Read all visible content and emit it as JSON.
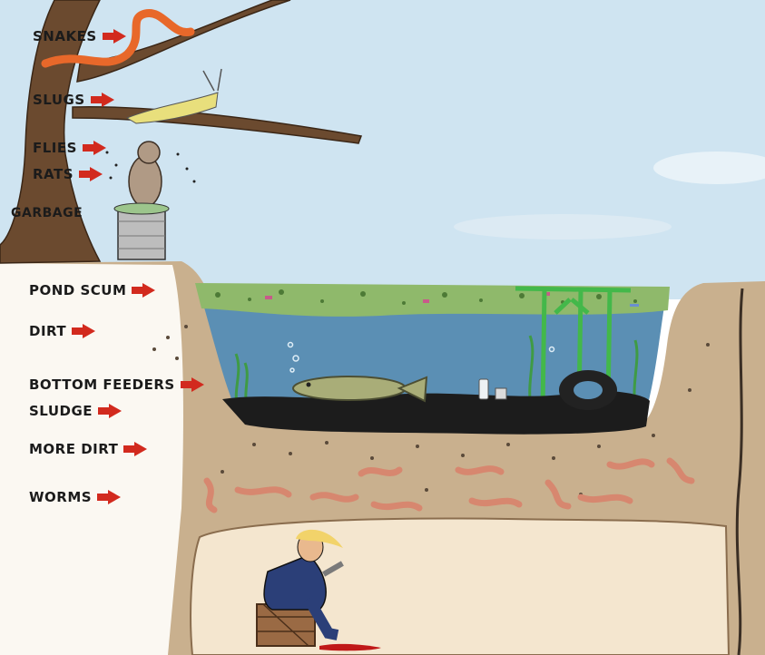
{
  "labels": {
    "snakes": "SNAKES",
    "slugs": "SLUGS",
    "flies": "FLIES",
    "rats": "RATS",
    "garbage": "GARBAGE",
    "pond_scum": "POND SCUM",
    "dirt": "DIRT",
    "bottom_feeders": "BOTTOM FEEDERS",
    "sludge": "SLUDGE",
    "more_dirt": "MORE DIRT",
    "worms": "WORMS"
  },
  "colors": {
    "sky": "#cfe4f1",
    "arrow": "#d22a1e",
    "water": "#5b8fb4",
    "scum": "#8fb96b",
    "sludge": "#1c1c1c",
    "dirt": "#c9b08e",
    "cave": "#f4e6cf",
    "worm": "#d7876f",
    "bark": "#6b4a2f",
    "suit": "#2b3f78",
    "blood": "#c01818"
  }
}
